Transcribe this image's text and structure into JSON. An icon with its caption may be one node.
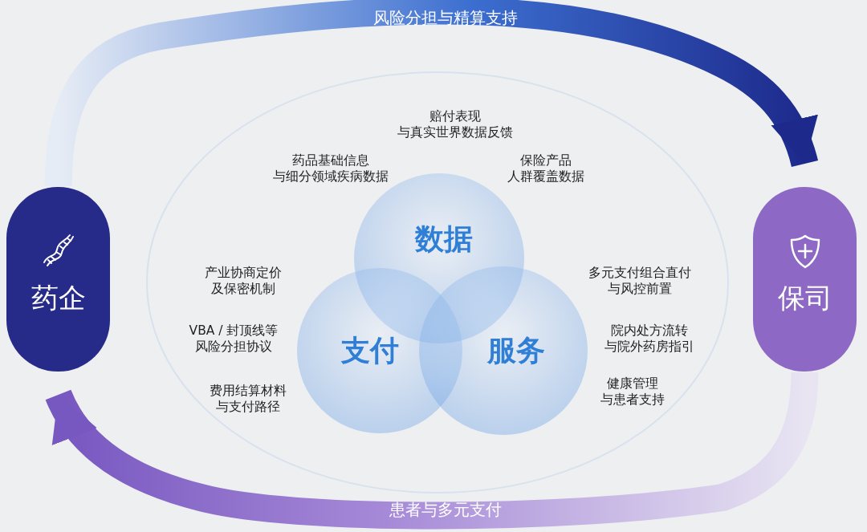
{
  "diagram": {
    "nodes": [
      {
        "text": [
          "药企"
        ]
      },
      {
        "text": [
          "保司"
        ]
      },
      {
        "text": [
          "数据"
        ]
      },
      {
        "text": [
          "支付"
        ]
      },
      {
        "text": [
          "服务"
        ]
      }
    ],
    "edges": [
      {
        "from": 0,
        "to": 1,
        "arrow": "to",
        "label": "风险分担与精算支持"
      },
      {
        "from": 1,
        "to": 0,
        "arrow": "to",
        "label": "患者与多元支付"
      }
    ],
    "labels": [
      "赔付表现与真实世界数据反馈",
      "药品基础信息与细分领域疾病数据",
      "保险产品人群覆盖数据",
      "产业协商定价及保密机制",
      "多元支付组合直付与风控前置",
      "VBA / 封顶线等风险分担协议",
      "院内处方流转与院外药房指引",
      "费用结算材料与支付路径",
      "健康管理与患者支持"
    ]
  }
}
